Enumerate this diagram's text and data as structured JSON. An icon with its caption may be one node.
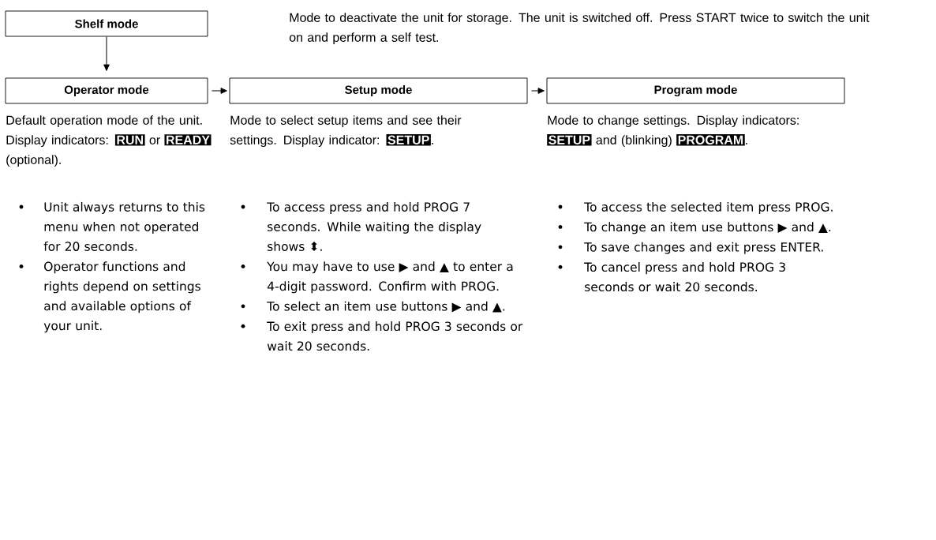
{
  "diagram": {
    "nodes": [
      {
        "text": [
          "Shelf mode"
        ]
      },
      {
        "text": [
          "Operator mode"
        ],
        "beside": [
          "Default operation mode of the unit. Display indicators:",
          "RUN",
          "or",
          "READY",
          "(optional).",
          "Unit always returns to this menu when not operated for 20 seconds.",
          "Operator functions and rights depend on settings and available options of your unit."
        ]
      },
      {
        "text": [
          "Setup mode"
        ],
        "beside": [
          "Mode to select setup items and see their settings.  Display indicator:",
          "SETUP",
          ".",
          "To access press and hold PROG 7 seconds. While waiting the display shows ⬍.",
          "You may have to use ▶ and ▲ to enter a 4-digit password. Confirm with PROG.",
          "To select an item  use buttons ▶ and ▲.",
          "To exit press and hold PROG 3 seconds or wait 20 seconds."
        ]
      },
      {
        "text": [
          "Program mode"
        ],
        "beside": [
          "Mode to change settings. Display indicators:",
          "SETUP",
          "and (blinking)",
          "PROGRAM",
          ".",
          "To access the selected item press PROG.",
          "To change an item use buttons ▶ and ▲.",
          "To save changes and exit press ENTER.",
          "To cancel press and hold PROG 3 seconds or wait 20 seconds."
        ]
      }
    ],
    "edges": [
      {
        "from": 0,
        "to": 1,
        "arrow": "to"
      },
      {
        "from": 1,
        "to": 2,
        "arrow": "to"
      },
      {
        "from": 2,
        "to": 3,
        "arrow": "to"
      }
    ],
    "labels": [
      "Mode to deactivate the unit for storage. The unit is switched off. Press START twice to switch the unit on and perform a self test."
    ]
  }
}
